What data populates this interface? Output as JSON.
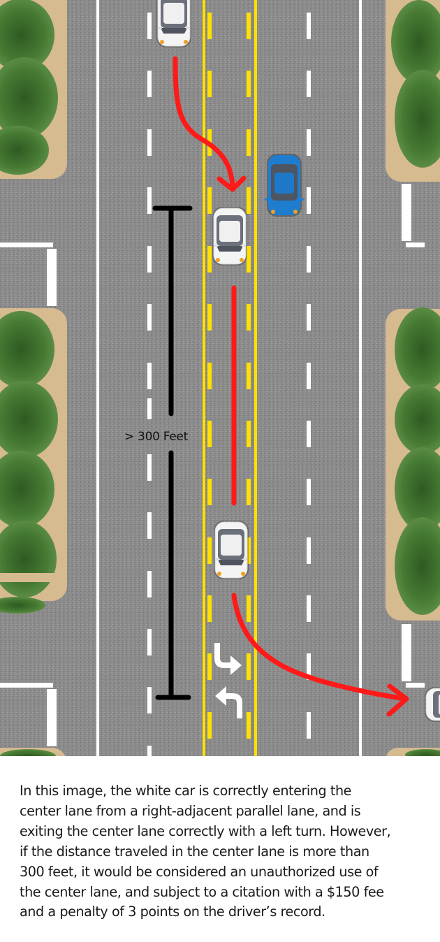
{
  "diagram": {
    "measurement": {
      "label": "> 300 Feet"
    },
    "colors": {
      "asphalt": "#8c8c8c",
      "lane_white": "#ffffff",
      "lane_yellow": "#ffe000",
      "path_red": "#ff1a1a",
      "measure_black": "#000000",
      "sand": "#d5b98f",
      "tree_green": "#3f6e2c",
      "car_white": "#f2f2f2",
      "car_blue": "#1f7dd0"
    },
    "cars": [
      {
        "id": "white-car-start",
        "color": "white",
        "lane": "right-adjacent",
        "heading": "down"
      },
      {
        "id": "white-car-entering-center",
        "color": "white",
        "lane": "center",
        "heading": "down"
      },
      {
        "id": "blue-car",
        "color": "blue",
        "lane": "opposite",
        "heading": "up"
      },
      {
        "id": "white-car-exiting-center",
        "color": "white",
        "lane": "center",
        "heading": "down"
      },
      {
        "id": "white-car-after-turn",
        "color": "white",
        "lane": "cross-street",
        "heading": "right"
      }
    ],
    "lane_arrows": [
      "right-turn-arrow",
      "left-turn-arrow"
    ]
  },
  "caption": {
    "lines": [
      "In this image, the white car is correctly entering the",
      "center lane from a right-adjacent parallel lane, and is",
      "exiting the center lane correctly with a left turn. However,",
      "if the distance traveled in the center lane is more than",
      "300 feet, it would be considered an unauthorized use of",
      "the center lane, and subject to a citation with a $150 fee",
      "and a penalty of 3 points on the driver’s record."
    ]
  }
}
